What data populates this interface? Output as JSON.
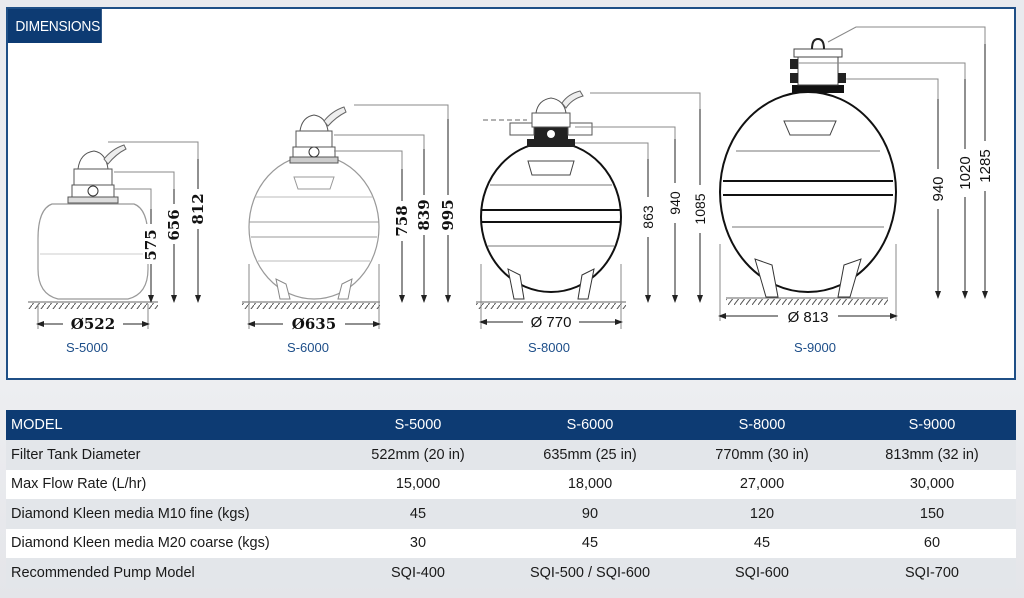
{
  "section": {
    "title": "DIMENSIONS"
  },
  "colors": {
    "brand_blue": "#0d3b73",
    "border_blue": "#1f4f86",
    "label_blue": "#1d4e89",
    "row_alt": "#e3e6ea"
  },
  "drawings": [
    {
      "model": "S-5000",
      "diameter": "Ø522",
      "heights": [
        "575",
        "656",
        "812"
      ]
    },
    {
      "model": "S-6000",
      "diameter": "Ø635",
      "heights": [
        "758",
        "839",
        "995"
      ]
    },
    {
      "model": "S-8000",
      "diameter": "Ø 770",
      "heights": [
        "863",
        "940",
        "1085"
      ]
    },
    {
      "model": "S-9000",
      "diameter": "Ø 813",
      "heights": [
        "940",
        "1020",
        "1285"
      ]
    }
  ],
  "table": {
    "header": [
      "MODEL",
      "S-5000",
      "S-6000",
      "S-8000",
      "S-9000"
    ],
    "rows": [
      [
        "Filter Tank Diameter",
        "522mm (20 in)",
        "635mm (25 in)",
        "770mm (30 in)",
        "813mm (32 in)"
      ],
      [
        "Max Flow Rate (L/hr)",
        "15,000",
        "18,000",
        "27,000",
        "30,000"
      ],
      [
        "Diamond Kleen media M10 fine (kgs)",
        "45",
        "90",
        "120",
        "150"
      ],
      [
        "Diamond Kleen media M20 coarse (kgs)",
        "30",
        "45",
        "45",
        "60"
      ],
      [
        "Recommended Pump Model",
        "SQI-400",
        "SQI-500 / SQI-600",
        "SQI-600",
        "SQI-700"
      ]
    ]
  }
}
